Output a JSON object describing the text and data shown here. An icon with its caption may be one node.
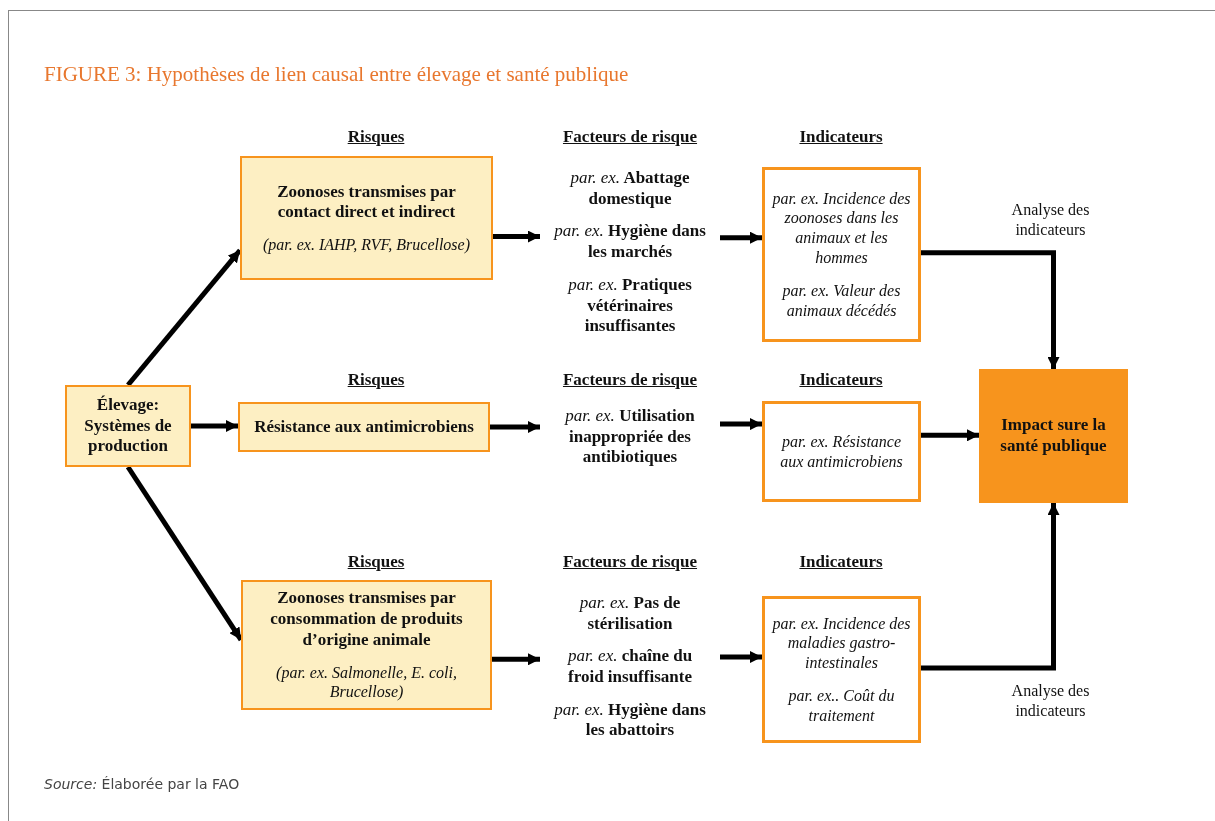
{
  "diagram": {
    "title": "FIGURE 3: Hypothèses de lien causal entre élevage et santé publique",
    "caption": "*Source:* Élaborée par la FAO",
    "nodes": [
      {
        "text": [
          "Élevage: Systèmes de production"
        ]
      },
      {
        "text": [
          "Zoonoses transmises par contact direct et indirect",
          "(par. ex. IAHP, RVF, Brucellose)"
        ],
        "beside": [
          "Risques"
        ]
      },
      {
        "text": [
          "*par. ex.* Abattage domestique",
          "*par. ex.* Hygiène dans les marchés",
          "*par. ex.* Pratiques vétérinaires insuffisantes"
        ],
        "beside": [
          "Facteurs de risque"
        ]
      },
      {
        "text": [
          "par. ex. Incidence des zoonoses dans les animaux et les hommes",
          "par. ex. Valeur des animaux décédés"
        ],
        "beside": [
          "Indicateurs"
        ]
      },
      {
        "text": [
          "Résistance aux antimicrobiens"
        ],
        "beside": [
          "Risques"
        ]
      },
      {
        "text": [
          "*par. ex.* Utilisation inappropriée des antibiotiques"
        ],
        "beside": [
          "Facteurs de risque"
        ]
      },
      {
        "text": [
          "par. ex. Résistance aux antimicrobiens"
        ],
        "beside": [
          "Indicateurs"
        ]
      },
      {
        "text": [
          "Impact sure la santé publique"
        ]
      },
      {
        "text": [
          "Zoonoses transmises par consommation de produits d’origine animale",
          "(par. ex. Salmonelle, E. coli, Brucellose)"
        ],
        "beside": [
          "Risques"
        ]
      },
      {
        "text": [
          "*par. ex.* Pas de stérilisation",
          "*par. ex.* chaîne du froid insuffisante",
          "*par. ex.* Hygiène dans les abattoirs"
        ],
        "beside": [
          "Facteurs de risque"
        ]
      },
      {
        "text": [
          "par. ex. Incidence des maladies gastro-intestinales",
          "par. ex.. Coût du traitement"
        ],
        "beside": [
          "Indicateurs"
        ]
      }
    ],
    "edges": [
      {
        "from": 0,
        "to": 1,
        "arrow": "to"
      },
      {
        "from": 0,
        "to": 4,
        "arrow": "to"
      },
      {
        "from": 0,
        "to": 8,
        "arrow": "to"
      },
      {
        "from": 1,
        "to": 2,
        "arrow": "to"
      },
      {
        "from": 2,
        "to": 3,
        "arrow": "to"
      },
      {
        "from": 3,
        "to": 7,
        "arrow": "to",
        "label": "Analyse des indicateurs"
      },
      {
        "from": 4,
        "to": 5,
        "arrow": "to"
      },
      {
        "from": 5,
        "to": 6,
        "arrow": "to"
      },
      {
        "from": 6,
        "to": 7,
        "arrow": "to"
      },
      {
        "from": 8,
        "to": 9,
        "arrow": "to"
      },
      {
        "from": 9,
        "to": 10,
        "arrow": "to"
      },
      {
        "from": 10,
        "to": 7,
        "arrow": "to",
        "label": "Analyse des indicateurs"
      }
    ]
  }
}
